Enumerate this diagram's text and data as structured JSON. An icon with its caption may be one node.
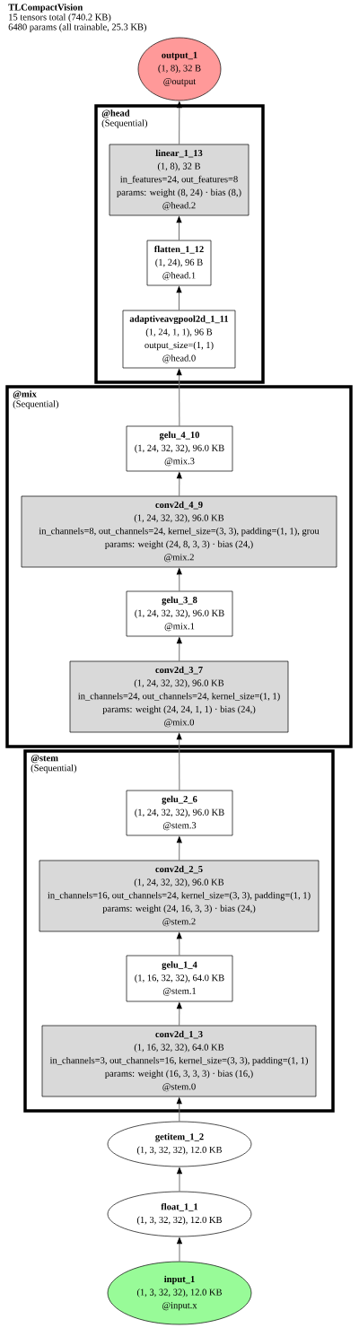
{
  "diagram": {
    "title": "TLCompactVision",
    "nodes": [
      {
        "text": [
          "output_1",
          "(1, 8), 32 B",
          "@output"
        ]
      },
      {
        "text": [
          "@head",
          "(Sequential)"
        ]
      },
      {
        "text": [
          "linear_1_13",
          "(1, 8), 32 B",
          "in_features=24, out_features=8",
          "params: weight (8, 24) · bias (8,)",
          "@head.2"
        ],
        "in": 1
      },
      {
        "text": [
          "flatten_1_12",
          "(1, 24), 96 B",
          "@head.1"
        ],
        "in": 1
      },
      {
        "text": [
          "adaptiveavgpool2d_1_11",
          "(1, 24, 1, 1), 96 B",
          "output_size=(1, 1)",
          "@head.0"
        ],
        "in": 1
      },
      {
        "text": [
          "@mix",
          "(Sequential)"
        ]
      },
      {
        "text": [
          "gelu_4_10",
          "(1, 24, 32, 32), 96.0 KB",
          "@mix.3"
        ],
        "in": 5
      },
      {
        "text": [
          "conv2d_4_9",
          "(1, 24, 32, 32), 96.0 KB",
          "in_channels=8, out_channels=24, kernel_size=(3, 3), padding=(1, 1), grou",
          "params: weight (24, 8, 3, 3) · bias (24,)",
          "@mix.2"
        ],
        "in": 5
      },
      {
        "text": [
          "gelu_3_8",
          "(1, 24, 32, 32), 96.0 KB",
          "@mix.1"
        ],
        "in": 5
      },
      {
        "text": [
          "conv2d_3_7",
          "(1, 24, 32, 32), 96.0 KB",
          "in_channels=24, out_channels=24, kernel_size=(1, 1)",
          "params: weight (24, 24, 1, 1) · bias (24,)",
          "@mix.0"
        ],
        "in": 5
      },
      {
        "text": [
          "@stem",
          "(Sequential)"
        ]
      },
      {
        "text": [
          "gelu_2_6",
          "(1, 24, 32, 32), 96.0 KB",
          "@stem.3"
        ],
        "in": 10
      },
      {
        "text": [
          "conv2d_2_5",
          "(1, 24, 32, 32), 96.0 KB",
          "in_channels=16, out_channels=24, kernel_size=(3, 3), padding=(1, 1)",
          "params: weight (24, 16, 3, 3) · bias (24,)",
          "@stem.2"
        ],
        "in": 10
      },
      {
        "text": [
          "gelu_1_4",
          "(1, 16, 32, 32), 64.0 KB",
          "@stem.1"
        ],
        "in": 10
      },
      {
        "text": [
          "conv2d_1_3",
          "(1, 16, 32, 32), 64.0 KB",
          "in_channels=3, out_channels=16, kernel_size=(3, 3), padding=(1, 1)",
          "params: weight (16, 3, 3, 3) · bias (16,)",
          "@stem.0"
        ],
        "in": 10
      },
      {
        "text": [
          "getitem_1_2",
          "(1, 3, 32, 32), 12.0 KB"
        ]
      },
      {
        "text": [
          "float_1_1",
          "(1, 3, 32, 32), 12.0 KB"
        ]
      },
      {
        "text": [
          "input_1",
          "(1, 3, 32, 32), 12.0 KB",
          "@input.x"
        ]
      }
    ],
    "edges": [
      {
        "from": 17,
        "to": 16,
        "arrow": "to"
      },
      {
        "from": 16,
        "to": 15,
        "arrow": "to"
      },
      {
        "from": 15,
        "to": 14,
        "arrow": "to"
      },
      {
        "from": 14,
        "to": 13,
        "arrow": "to"
      },
      {
        "from": 13,
        "to": 12,
        "arrow": "to"
      },
      {
        "from": 12,
        "to": 11,
        "arrow": "to"
      },
      {
        "from": 11,
        "to": 9,
        "arrow": "to"
      },
      {
        "from": 9,
        "to": 8,
        "arrow": "to"
      },
      {
        "from": 8,
        "to": 7,
        "arrow": "to"
      },
      {
        "from": 7,
        "to": 6,
        "arrow": "to"
      },
      {
        "from": 6,
        "to": 4,
        "arrow": "to"
      },
      {
        "from": 4,
        "to": 3,
        "arrow": "to"
      },
      {
        "from": 3,
        "to": 2,
        "arrow": "to"
      },
      {
        "from": 2,
        "to": 0,
        "arrow": "to"
      }
    ],
    "labels": [
      "15 tensors total (740.2 KB)",
      "6480 params (all trainable, 25.3 KB)"
    ]
  }
}
